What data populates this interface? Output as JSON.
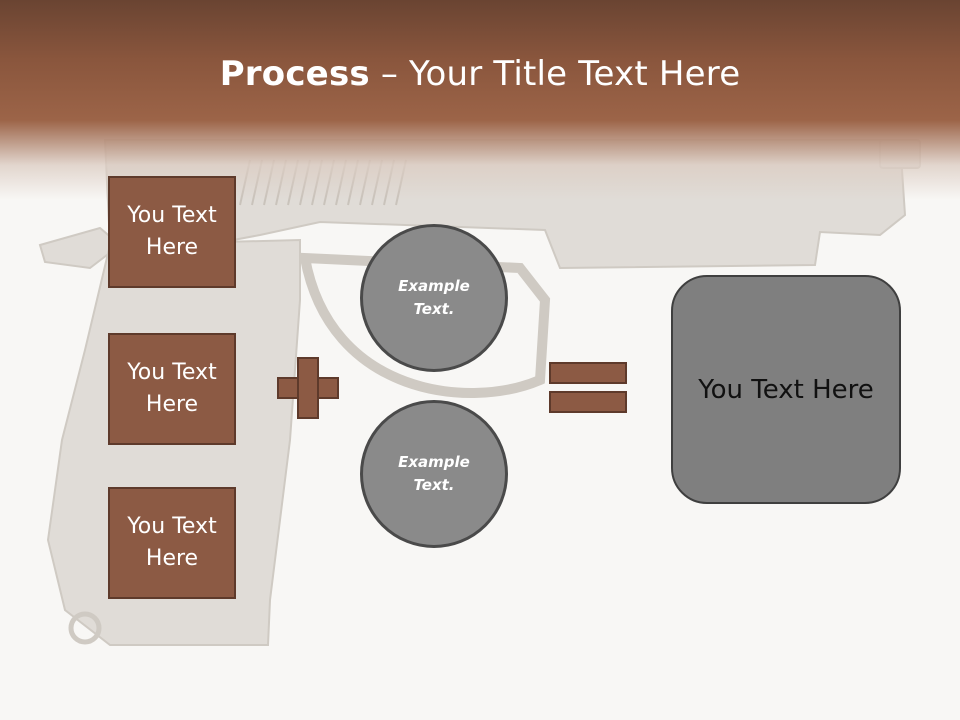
{
  "title": {
    "strong": "Process",
    "rest": " – Your Title Text Here"
  },
  "boxes": [
    {
      "label": "You Text Here"
    },
    {
      "label": "You Text Here"
    },
    {
      "label": "You Text Here"
    }
  ],
  "circles": [
    {
      "label": "Example Text."
    },
    {
      "label": "Example Text."
    }
  ],
  "result": {
    "label": "You Text Here"
  },
  "colors": {
    "accent_brown": "#8c5a44",
    "brown_border": "#5e3a2b",
    "circle_gray": "#8a8a8a",
    "result_gray": "#7f7f7f",
    "title_band": "#8a563d"
  }
}
